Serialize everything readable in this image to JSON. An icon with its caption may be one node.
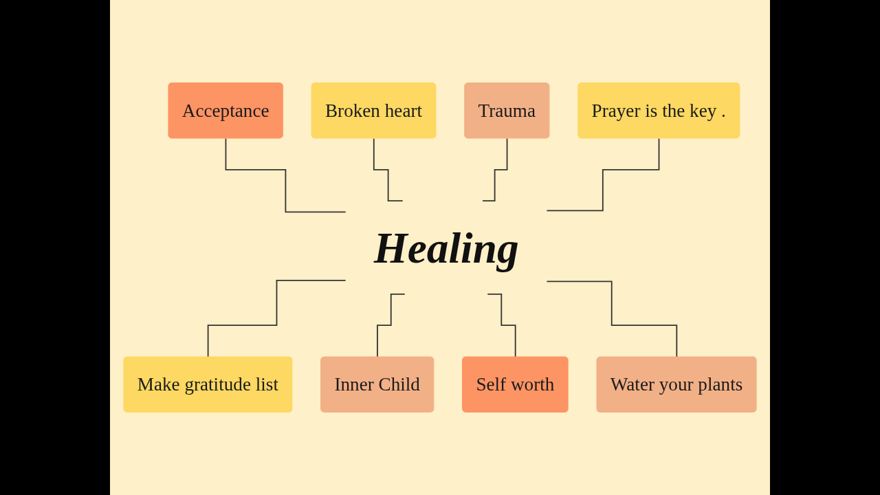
{
  "diagram": {
    "nodes": [
      {
        "text": [
          "Acceptance"
        ]
      },
      {
        "text": [
          "Prayer is the key ."
        ]
      },
      {
        "text": [
          "Broken heart"
        ]
      },
      {
        "text": [
          "Trauma"
        ]
      },
      {
        "text": [
          "Healing"
        ]
      },
      {
        "text": [
          "Inner Child"
        ]
      },
      {
        "text": [
          "Self worth"
        ]
      },
      {
        "text": [
          "Make gratitude list"
        ]
      },
      {
        "text": [
          "Water your plants"
        ]
      }
    ],
    "edges": [
      {
        "from": 0,
        "to": 4,
        "arrow": "none"
      },
      {
        "from": 2,
        "to": 4,
        "arrow": "none"
      },
      {
        "from": 3,
        "to": 4,
        "arrow": "none"
      },
      {
        "from": 1,
        "to": 4,
        "arrow": "none"
      },
      {
        "from": 4,
        "to": 7,
        "arrow": "none"
      },
      {
        "from": 4,
        "to": 5,
        "arrow": "none"
      },
      {
        "from": 4,
        "to": 6,
        "arrow": "none"
      },
      {
        "from": 4,
        "to": 8,
        "arrow": "none"
      }
    ]
  }
}
